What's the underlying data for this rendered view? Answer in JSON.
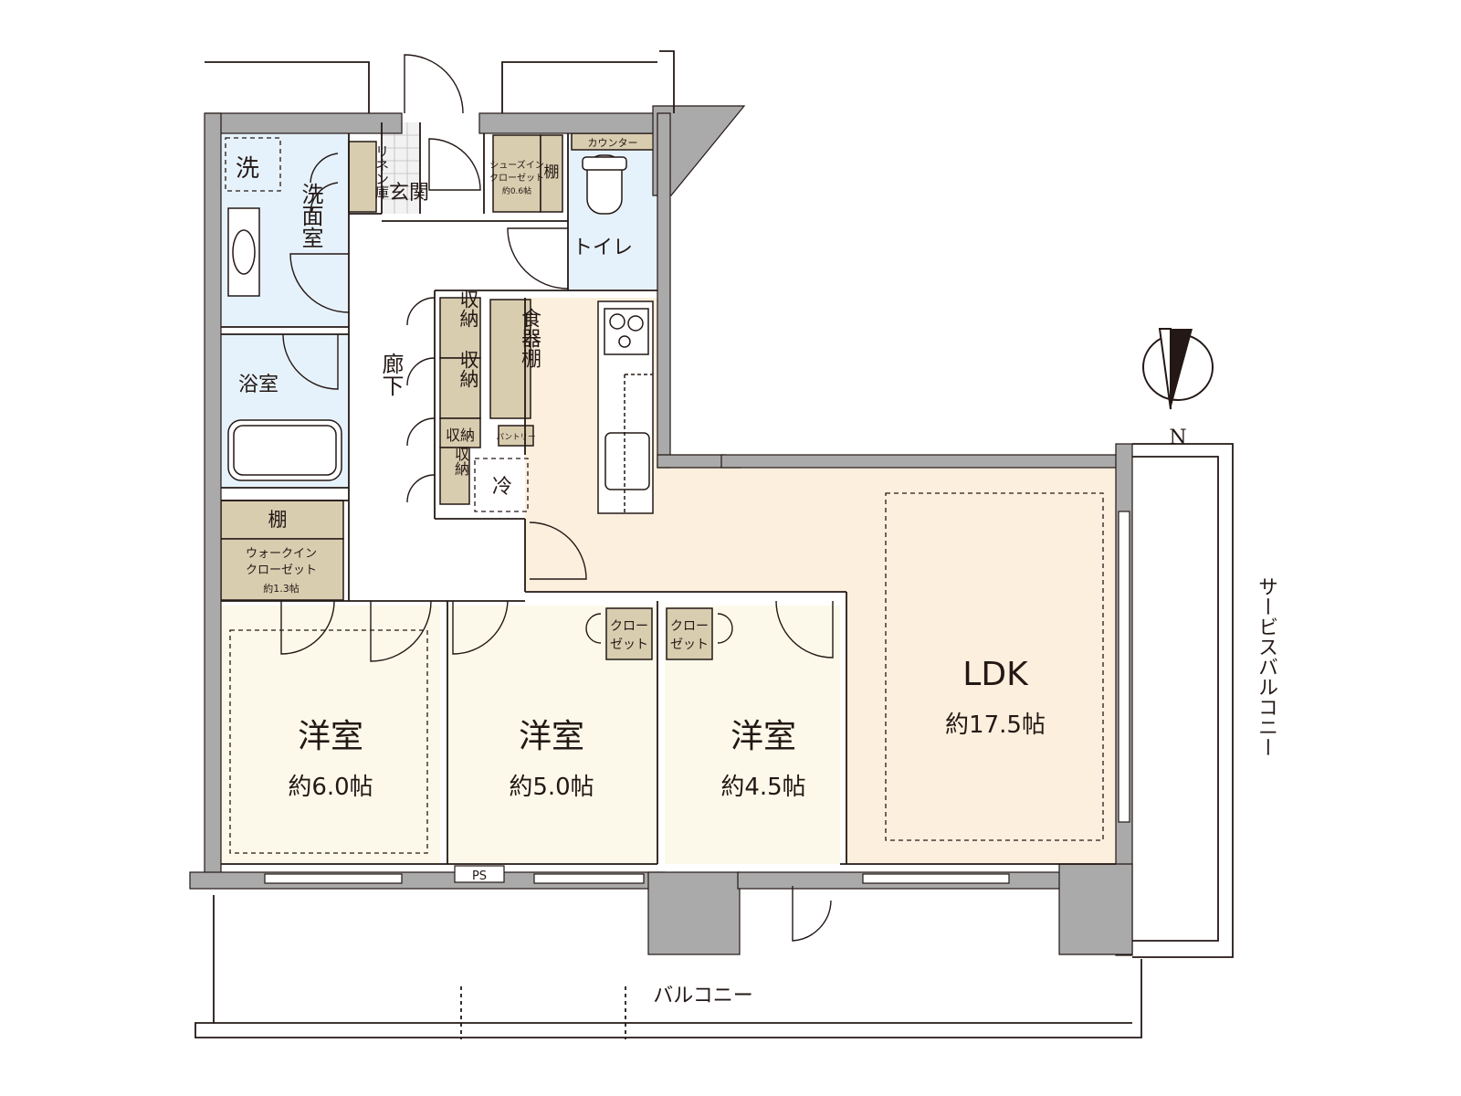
{
  "rooms": {
    "wash": "洗",
    "linen": "リネン庫",
    "entrance": "玄関",
    "shoes_in_closet": [
      "シューズイン",
      "クローゼット",
      "約0.6帖"
    ],
    "shelf": "棚",
    "counter": "カウンター",
    "toilet": "トイレ",
    "washroom": "洗面室",
    "bathroom": "浴室",
    "hallway": "廊下",
    "storage": "収納",
    "pantry": "パントリー",
    "dish_cabinet": "食器棚",
    "fridge": "冷",
    "wic": {
      "shelf": "棚",
      "lines": [
        "ウォークイン",
        "クローゼット",
        "約1.3帖"
      ]
    },
    "closet": [
      "クロー",
      "ゼット"
    ],
    "ps": "PS",
    "ldk": {
      "name": "LDK",
      "size": "約17.5帖"
    },
    "bedroom1": {
      "name": "洋室",
      "size": "約6.0帖"
    },
    "bedroom2": {
      "name": "洋室",
      "size": "約5.0帖"
    },
    "bedroom3": {
      "name": "洋室",
      "size": "約4.5帖"
    },
    "balcony": "バルコニー",
    "service_balcony": "サービスバルコニー",
    "north": "N"
  },
  "colors": {
    "wall": "#aaaaaa",
    "water_room": "#e6f2fb",
    "storage": "#d9cdb0",
    "ldk_floor": "#fcefdd",
    "bedroom_floor": "#fdf9ea",
    "line": "#231815"
  }
}
